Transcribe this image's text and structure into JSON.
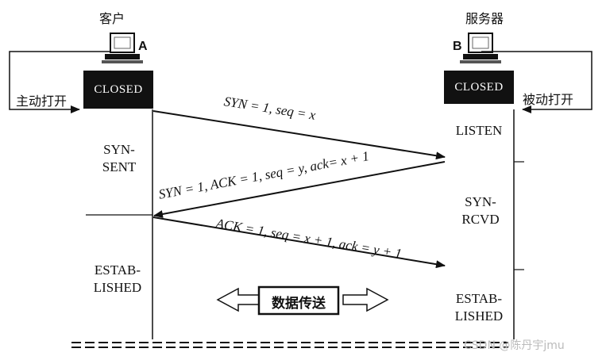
{
  "client": {
    "title": "客户",
    "host_letter": "A",
    "closed_label": "CLOSED",
    "open_label": "主动打开",
    "states": [
      {
        "line1": "SYN-",
        "line2": "SENT"
      },
      {
        "line1": "ESTAB-",
        "line2": "LISHED"
      }
    ]
  },
  "server": {
    "title": "服务器",
    "host_letter": "B",
    "closed_label": "CLOSED",
    "open_label": "被动打开",
    "states": [
      {
        "line1": "LISTEN",
        "line2": ""
      },
      {
        "line1": "SYN-",
        "line2": "RCVD"
      },
      {
        "line1": "ESTAB-",
        "line2": "LISHED"
      }
    ]
  },
  "messages": [
    {
      "text": "SYN = 1, seq = x",
      "direction": "client-to-server"
    },
    {
      "text": "SYN = 1, ACK = 1, seq = y, ack= x + 1",
      "direction": "server-to-client"
    },
    {
      "text": "ACK = 1, seq = x + 1, ack = y + 1",
      "direction": "client-to-server"
    }
  ],
  "data_transfer": {
    "label": "数据传送"
  },
  "watermark": "CSDN @陈丹宇jmu",
  "colors": {
    "ink": "#111111",
    "closed_bg": "#111111",
    "closed_text": "#ffffff",
    "watermark": "#bbbbbb"
  }
}
